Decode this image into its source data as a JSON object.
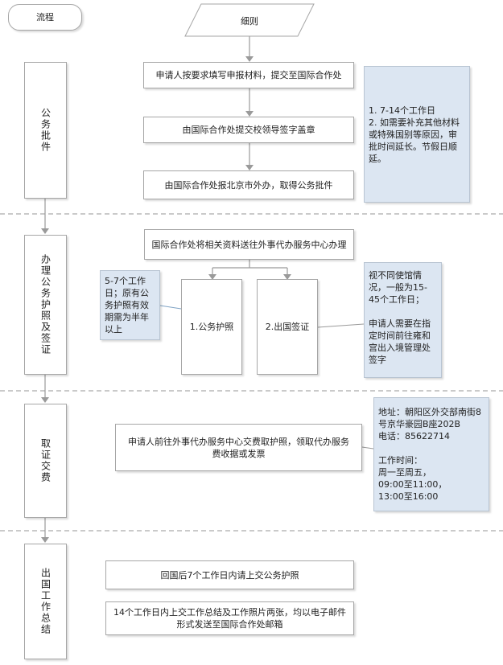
{
  "header": {
    "label": "流程"
  },
  "start": {
    "label": "细则"
  },
  "lanes": [
    {
      "label": "公务批件"
    },
    {
      "label": "办理公务护照及签证"
    },
    {
      "label": "取证交费"
    },
    {
      "label": "出国工作总结"
    }
  ],
  "lane1": {
    "steps": [
      "申请人按要求填写申报材料，提交至国际合作处",
      "由国际合作处提交校领导签字盖章",
      "由国际合作处报北京市外办，取得公务批件"
    ],
    "note": "1. 7-14个工作日\n2. 如需要补充其他材料或特殊国别等原因，审批时间延长。节假日顺延。"
  },
  "lane2": {
    "top": "国际合作处将相关资料送往外事代办服务中心办理",
    "passport": "1.公务护照",
    "visa": "2.出国签证",
    "note_left": "5-7个工作日；原有公务护照有效期需为半年以上",
    "note_right": "视不同使馆情况，一般为15-45个工作日；\n\n申请人需要在指定时间前往雍和宫出入境管理处签字"
  },
  "lane3": {
    "step": "申请人前往外事代办服务中心交费取护照，领取代办服务费收据或发票",
    "note": "地址：朝阳区外交部南街8号京华豪园B座202B\n电话：85622714\n\n工作时间：\n周一至周五，\n09:00至11:00，\n13:00至16:00"
  },
  "lane4": {
    "steps": [
      "回国后7个工作日内请上交公务护照",
      "14个工作日内上交工作总结及工作照片两张，均以电子邮件形式发送至国际合作处邮箱"
    ]
  }
}
